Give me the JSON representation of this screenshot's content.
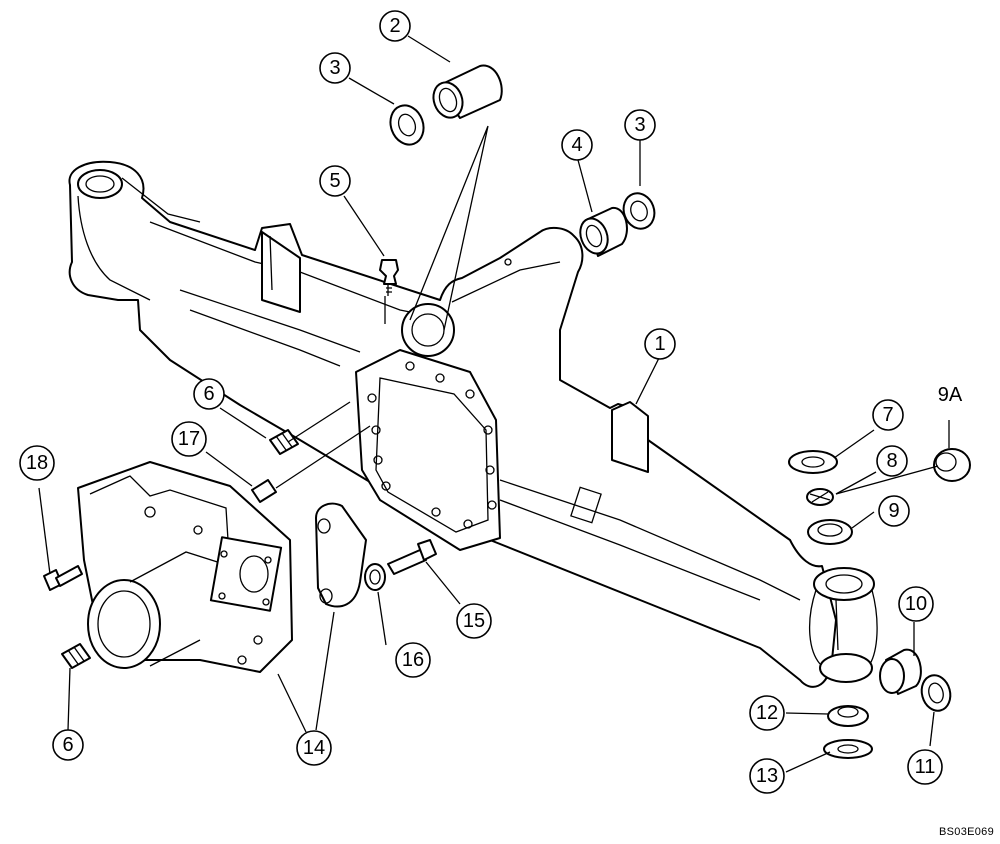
{
  "callouts": {
    "c1": "1",
    "c2": "2",
    "c3a": "3",
    "c3b": "3",
    "c4": "4",
    "c5": "5",
    "c6a": "6",
    "c6b": "6",
    "c7": "7",
    "c8": "8",
    "c9": "9",
    "c9A": "9A",
    "c10": "10",
    "c11": "11",
    "c12": "12",
    "c13": "13",
    "c14": "14",
    "c15": "15",
    "c16": "16",
    "c17": "17",
    "c18": "18"
  },
  "reference_code": "BS03E069"
}
